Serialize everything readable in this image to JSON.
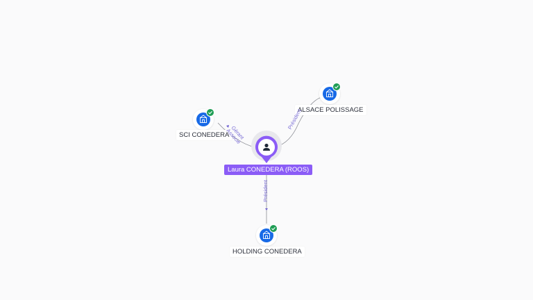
{
  "person": {
    "label": "Laura CONEDERA (ROOS)",
    "icon": "person-icon"
  },
  "companies": [
    {
      "id": "sci",
      "label": "SCI CONEDERA",
      "icon": "building-icon",
      "verified": true
    },
    {
      "id": "alsace",
      "label": "ALSACE POLISSAGE",
      "icon": "building-icon",
      "verified": true
    },
    {
      "id": "holding",
      "label": "HOLDING CONEDERA",
      "icon": "building-icon",
      "verified": true
    }
  ],
  "relations": [
    {
      "to": "sci",
      "label": "Gérant\nAssocié"
    },
    {
      "to": "alsace",
      "label": "Président"
    },
    {
      "to": "holding",
      "label": "Président"
    }
  ],
  "colors": {
    "background": "#fafafb",
    "accent": "#8b5cf6",
    "company_icon": "#1769e6",
    "verified": "#1f9d55",
    "edge": "#8d8f96"
  }
}
